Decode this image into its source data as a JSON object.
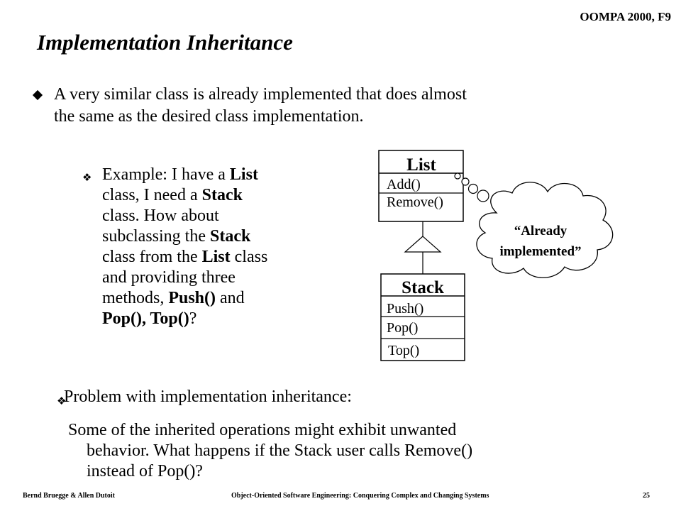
{
  "header": {
    "course": "OOMPA 2000, F9"
  },
  "title": "Implementation Inheritance",
  "main_bullet": {
    "lines": [
      "A very similar class is already implemented that does almost",
      "the same as the desired class implementation."
    ]
  },
  "example": {
    "lines": [
      [
        {
          "t": "Example: I have a ",
          "b": false
        },
        {
          "t": "List",
          "b": true
        }
      ],
      [
        {
          "t": "class, I need a ",
          "b": false
        },
        {
          "t": "Stack",
          "b": true
        }
      ],
      [
        {
          "t": "class. How about",
          "b": false
        }
      ],
      [
        {
          "t": "subclassing the  ",
          "b": false
        },
        {
          "t": "Stack",
          "b": true
        }
      ],
      [
        {
          "t": "class from the ",
          "b": false
        },
        {
          "t": "List",
          "b": true
        },
        {
          "t": " class",
          "b": false
        }
      ],
      [
        {
          "t": "and providing three",
          "b": false
        }
      ],
      [
        {
          "t": "methods,  ",
          "b": false
        },
        {
          "t": "Push()",
          "b": true
        },
        {
          "t": " and",
          "b": false
        }
      ],
      [
        {
          "t": "Pop(), Top()",
          "b": true
        },
        {
          "t": "?",
          "b": false
        }
      ]
    ]
  },
  "diagram": {
    "list_class": {
      "name": "List",
      "operations": [
        "Add()",
        "Remove()"
      ]
    },
    "stack_class": {
      "name": "Stack",
      "operations": [
        "Push()",
        "Pop()",
        "Top()"
      ]
    },
    "thought": {
      "line1": "“Already",
      "line2": "implemented”"
    }
  },
  "problem": {
    "heading": "Problem with implementation inheritance:",
    "body": [
      "Some of the inherited operations might exhibit unwanted",
      "behavior. What happens if the Stack user calls Remove()",
      "instead of Pop()?"
    ]
  },
  "footer": {
    "authors": "Bernd Bruegge & Allen Dutoit",
    "book": "Object-Oriented Software Engineering: Conquering Complex and Changing Systems",
    "page": "25"
  }
}
